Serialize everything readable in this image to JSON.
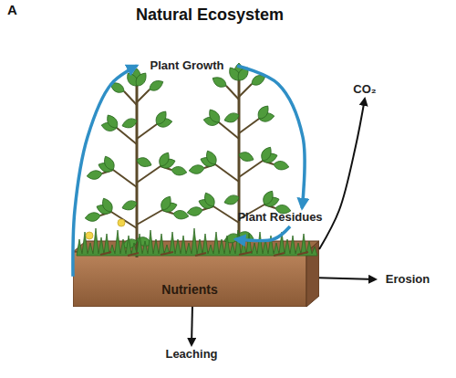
{
  "diagram": {
    "title": "Natural Ecosystem",
    "nodes": [
      {
        "text": [
          "Plant Growth"
        ]
      },
      {
        "text": [
          "Plant Residues"
        ]
      },
      {
        "text": [
          "Nutrients"
        ]
      },
      {
        "text": [
          "CO₂"
        ]
      },
      {
        "text": [
          "Erosion"
        ]
      },
      {
        "text": [
          "Leaching"
        ]
      }
    ],
    "edges": [
      {
        "from": 2,
        "to": 0,
        "arrow": "to"
      },
      {
        "from": 0,
        "to": 1,
        "arrow": "to"
      },
      {
        "from": 1,
        "to": 2,
        "arrow": "to"
      },
      {
        "from": 2,
        "to": 3,
        "arrow": "to"
      },
      {
        "from": 2,
        "to": 4,
        "arrow": "to"
      },
      {
        "from": 2,
        "to": 5,
        "arrow": "to"
      }
    ],
    "labels": [
      "A"
    ]
  }
}
